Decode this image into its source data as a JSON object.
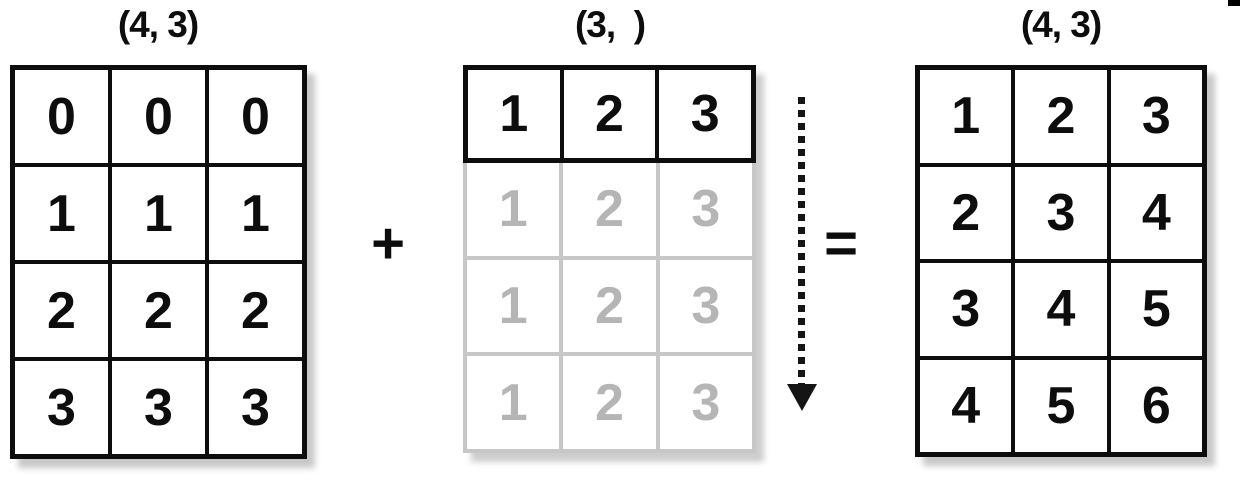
{
  "figure": {
    "left_matrix": {
      "shape_label": "(4, 3)",
      "rows": [
        [
          0,
          0,
          0
        ],
        [
          1,
          1,
          1
        ],
        [
          2,
          2,
          2
        ],
        [
          3,
          3,
          3
        ]
      ]
    },
    "middle_matrix": {
      "shape_label": "(3,  )",
      "solid_row": [
        1,
        2,
        3
      ],
      "ghost_rows": [
        [
          1,
          2,
          3
        ],
        [
          1,
          2,
          3
        ],
        [
          1,
          2,
          3
        ]
      ]
    },
    "right_matrix": {
      "shape_label": "(4, 3)",
      "rows": [
        [
          1,
          2,
          3
        ],
        [
          2,
          3,
          4
        ],
        [
          3,
          4,
          5
        ],
        [
          4,
          5,
          6
        ]
      ]
    },
    "operators": {
      "plus": "+",
      "equals": "="
    },
    "icons": {
      "broadcast_arrow": "dotted-down-arrow"
    },
    "colors": {
      "ink": "#0d0d0d",
      "ghost_text": "#b5b5b5",
      "ghost_border": "#c7c7c7",
      "background": "#ffffff"
    }
  }
}
